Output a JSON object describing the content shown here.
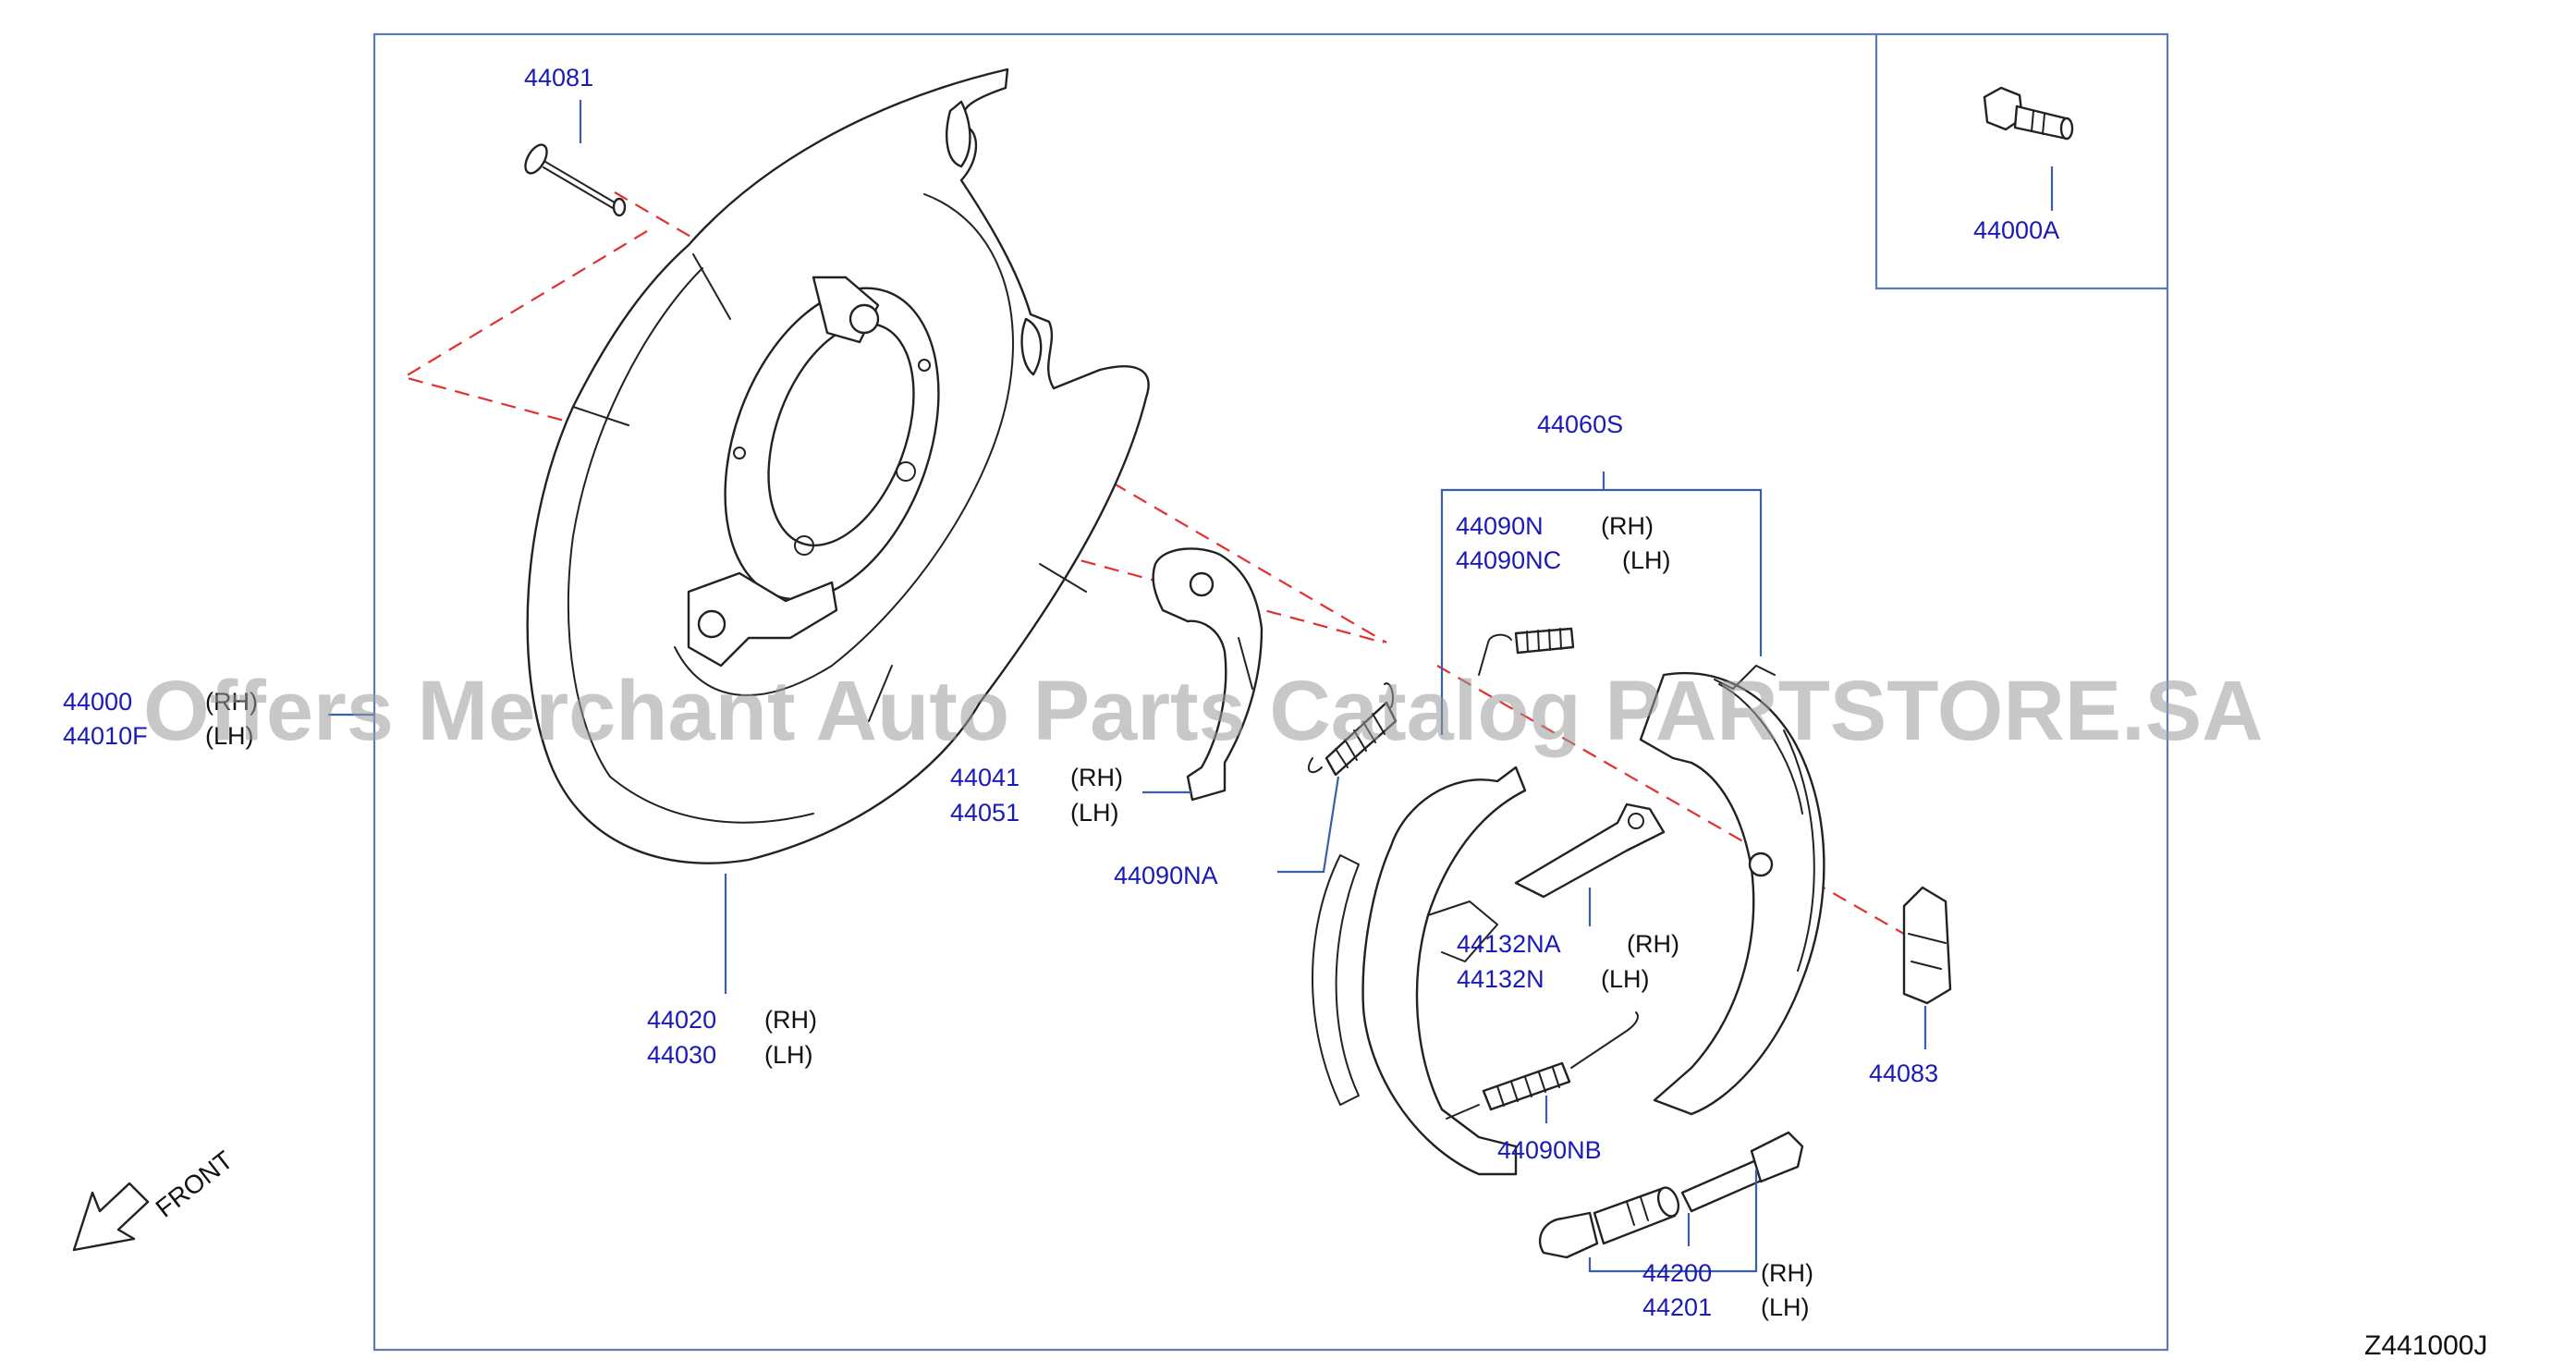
{
  "diagram": {
    "figure_code": "Z441000J",
    "watermark": "Offers Merchant Auto Parts Catalog PARTSTORE.SA",
    "front_label": "FRONT",
    "inset": {
      "part": "44000A"
    },
    "group": {
      "part": "44060S"
    },
    "callouts": [
      {
        "id": "44081",
        "parts": [
          "44081"
        ],
        "sides": []
      },
      {
        "id": "backplate-assy",
        "parts": [
          "44000",
          "44010F"
        ],
        "sides": [
          "(RH)",
          "(LH)"
        ]
      },
      {
        "id": "lever",
        "parts": [
          "44041",
          "44051"
        ],
        "sides": [
          "(RH)",
          "(LH)"
        ]
      },
      {
        "id": "spring-na",
        "parts": [
          "44090NA"
        ],
        "sides": []
      },
      {
        "id": "backplate",
        "parts": [
          "44020",
          "44030"
        ],
        "sides": [
          "(RH)",
          "(LH)"
        ]
      },
      {
        "id": "spring-n",
        "parts": [
          "44090N",
          "44090NC"
        ],
        "sides": [
          "(RH)",
          "(LH)"
        ]
      },
      {
        "id": "strut",
        "parts": [
          "44132NA",
          "44132N"
        ],
        "sides": [
          "(RH)",
          "(LH)"
        ]
      },
      {
        "id": "spring-nb",
        "parts": [
          "44090NB"
        ],
        "sides": []
      },
      {
        "id": "adjuster",
        "parts": [
          "44200",
          "44201"
        ],
        "sides": [
          "(RH)",
          "(LH)"
        ]
      },
      {
        "id": "clip",
        "parts": [
          "44083"
        ],
        "sides": []
      }
    ]
  }
}
